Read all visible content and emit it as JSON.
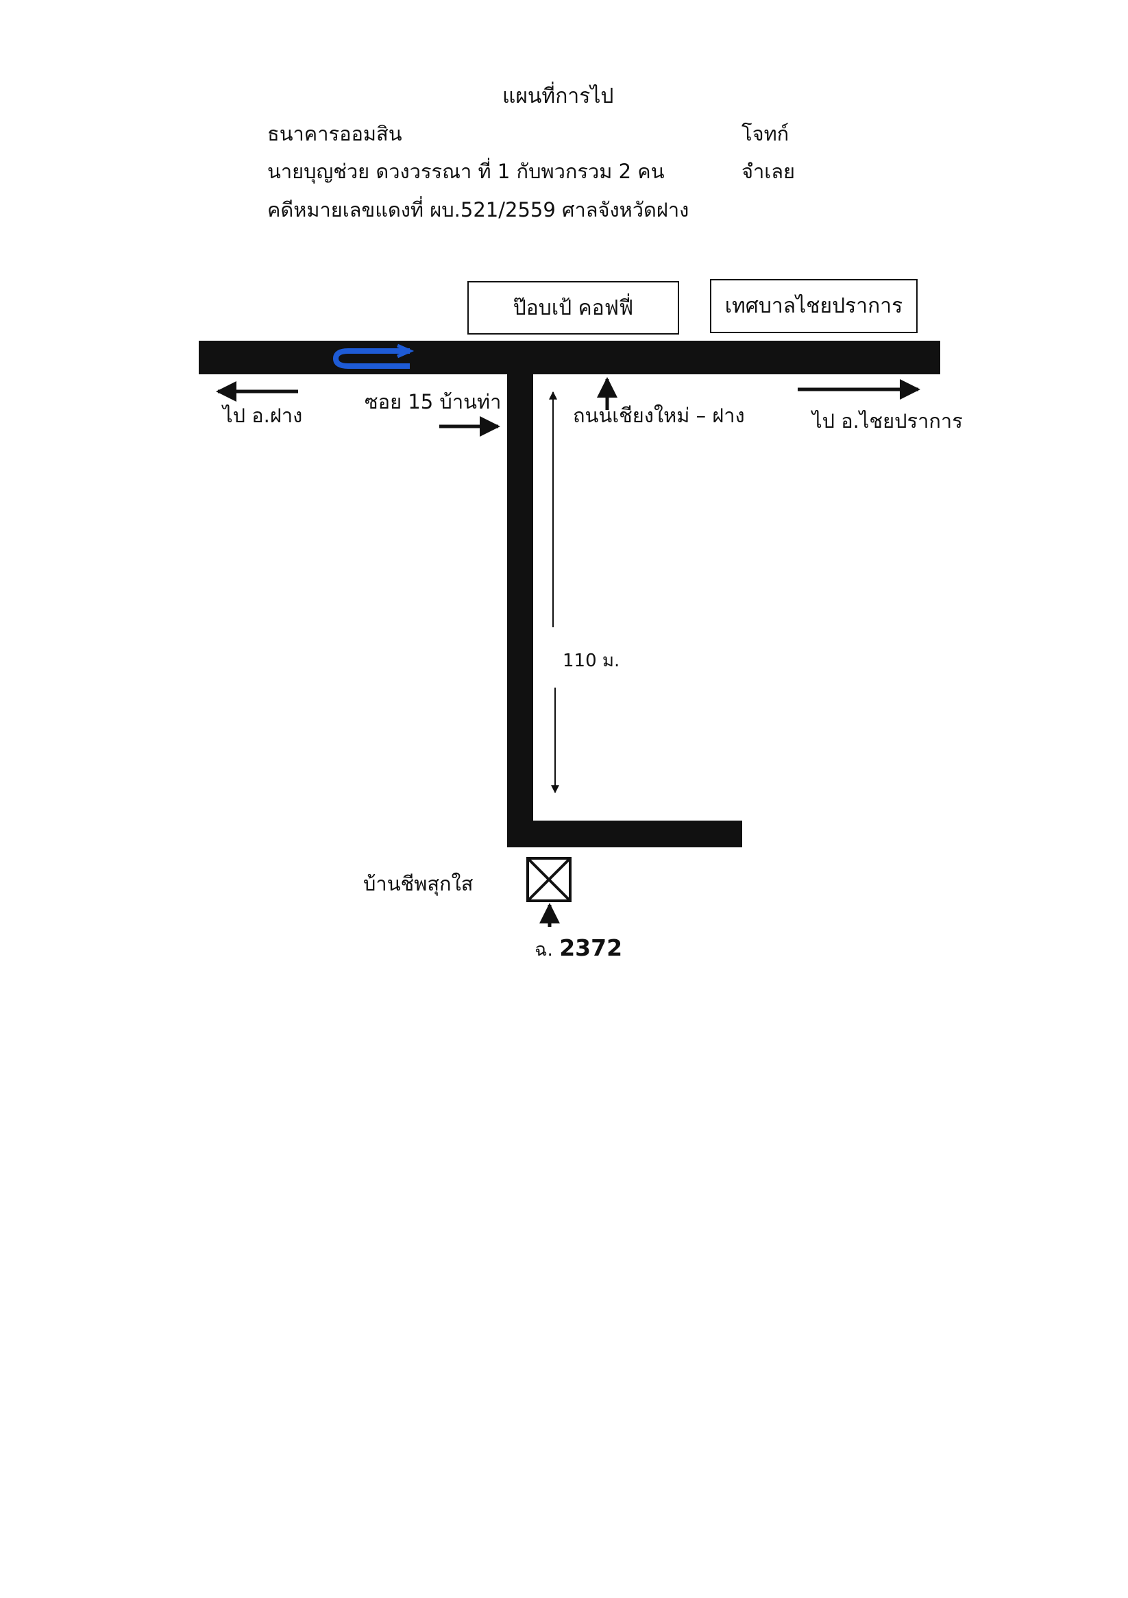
{
  "header": {
    "title": "แผนที่การไป",
    "plaintiff": "ธนาคารออมสิน",
    "plaintiff_role": "โจทก์",
    "defendant": "นายบุญช่วย  ดวงวรรณา ที่ 1 กับพวกรวม 2 คน",
    "defendant_role": "จำเลย",
    "case_line": "คดีหมายเลขแดงที่ ผบ.521/2559  ศาลจังหวัดฝาง"
  },
  "map": {
    "landmark_left": "ป๊อบเป้ คอฟฟี่",
    "landmark_right": "เทศบาลไชยปราการ",
    "to_west": "ไป อ.ฝาง",
    "soi_label": "ซอย 15 บ้านท่า",
    "main_road": "ถนนเชียงใหม่ – ฝาง",
    "to_east": "ไป อ.ไชยปราการ",
    "distance": "110 ม.",
    "village": "บ้านชีพสุกใส",
    "parcel_prefix": "ฉ.",
    "parcel_number": "2372",
    "road_color": "#111111",
    "uturn_color": "#1e5bd6"
  }
}
